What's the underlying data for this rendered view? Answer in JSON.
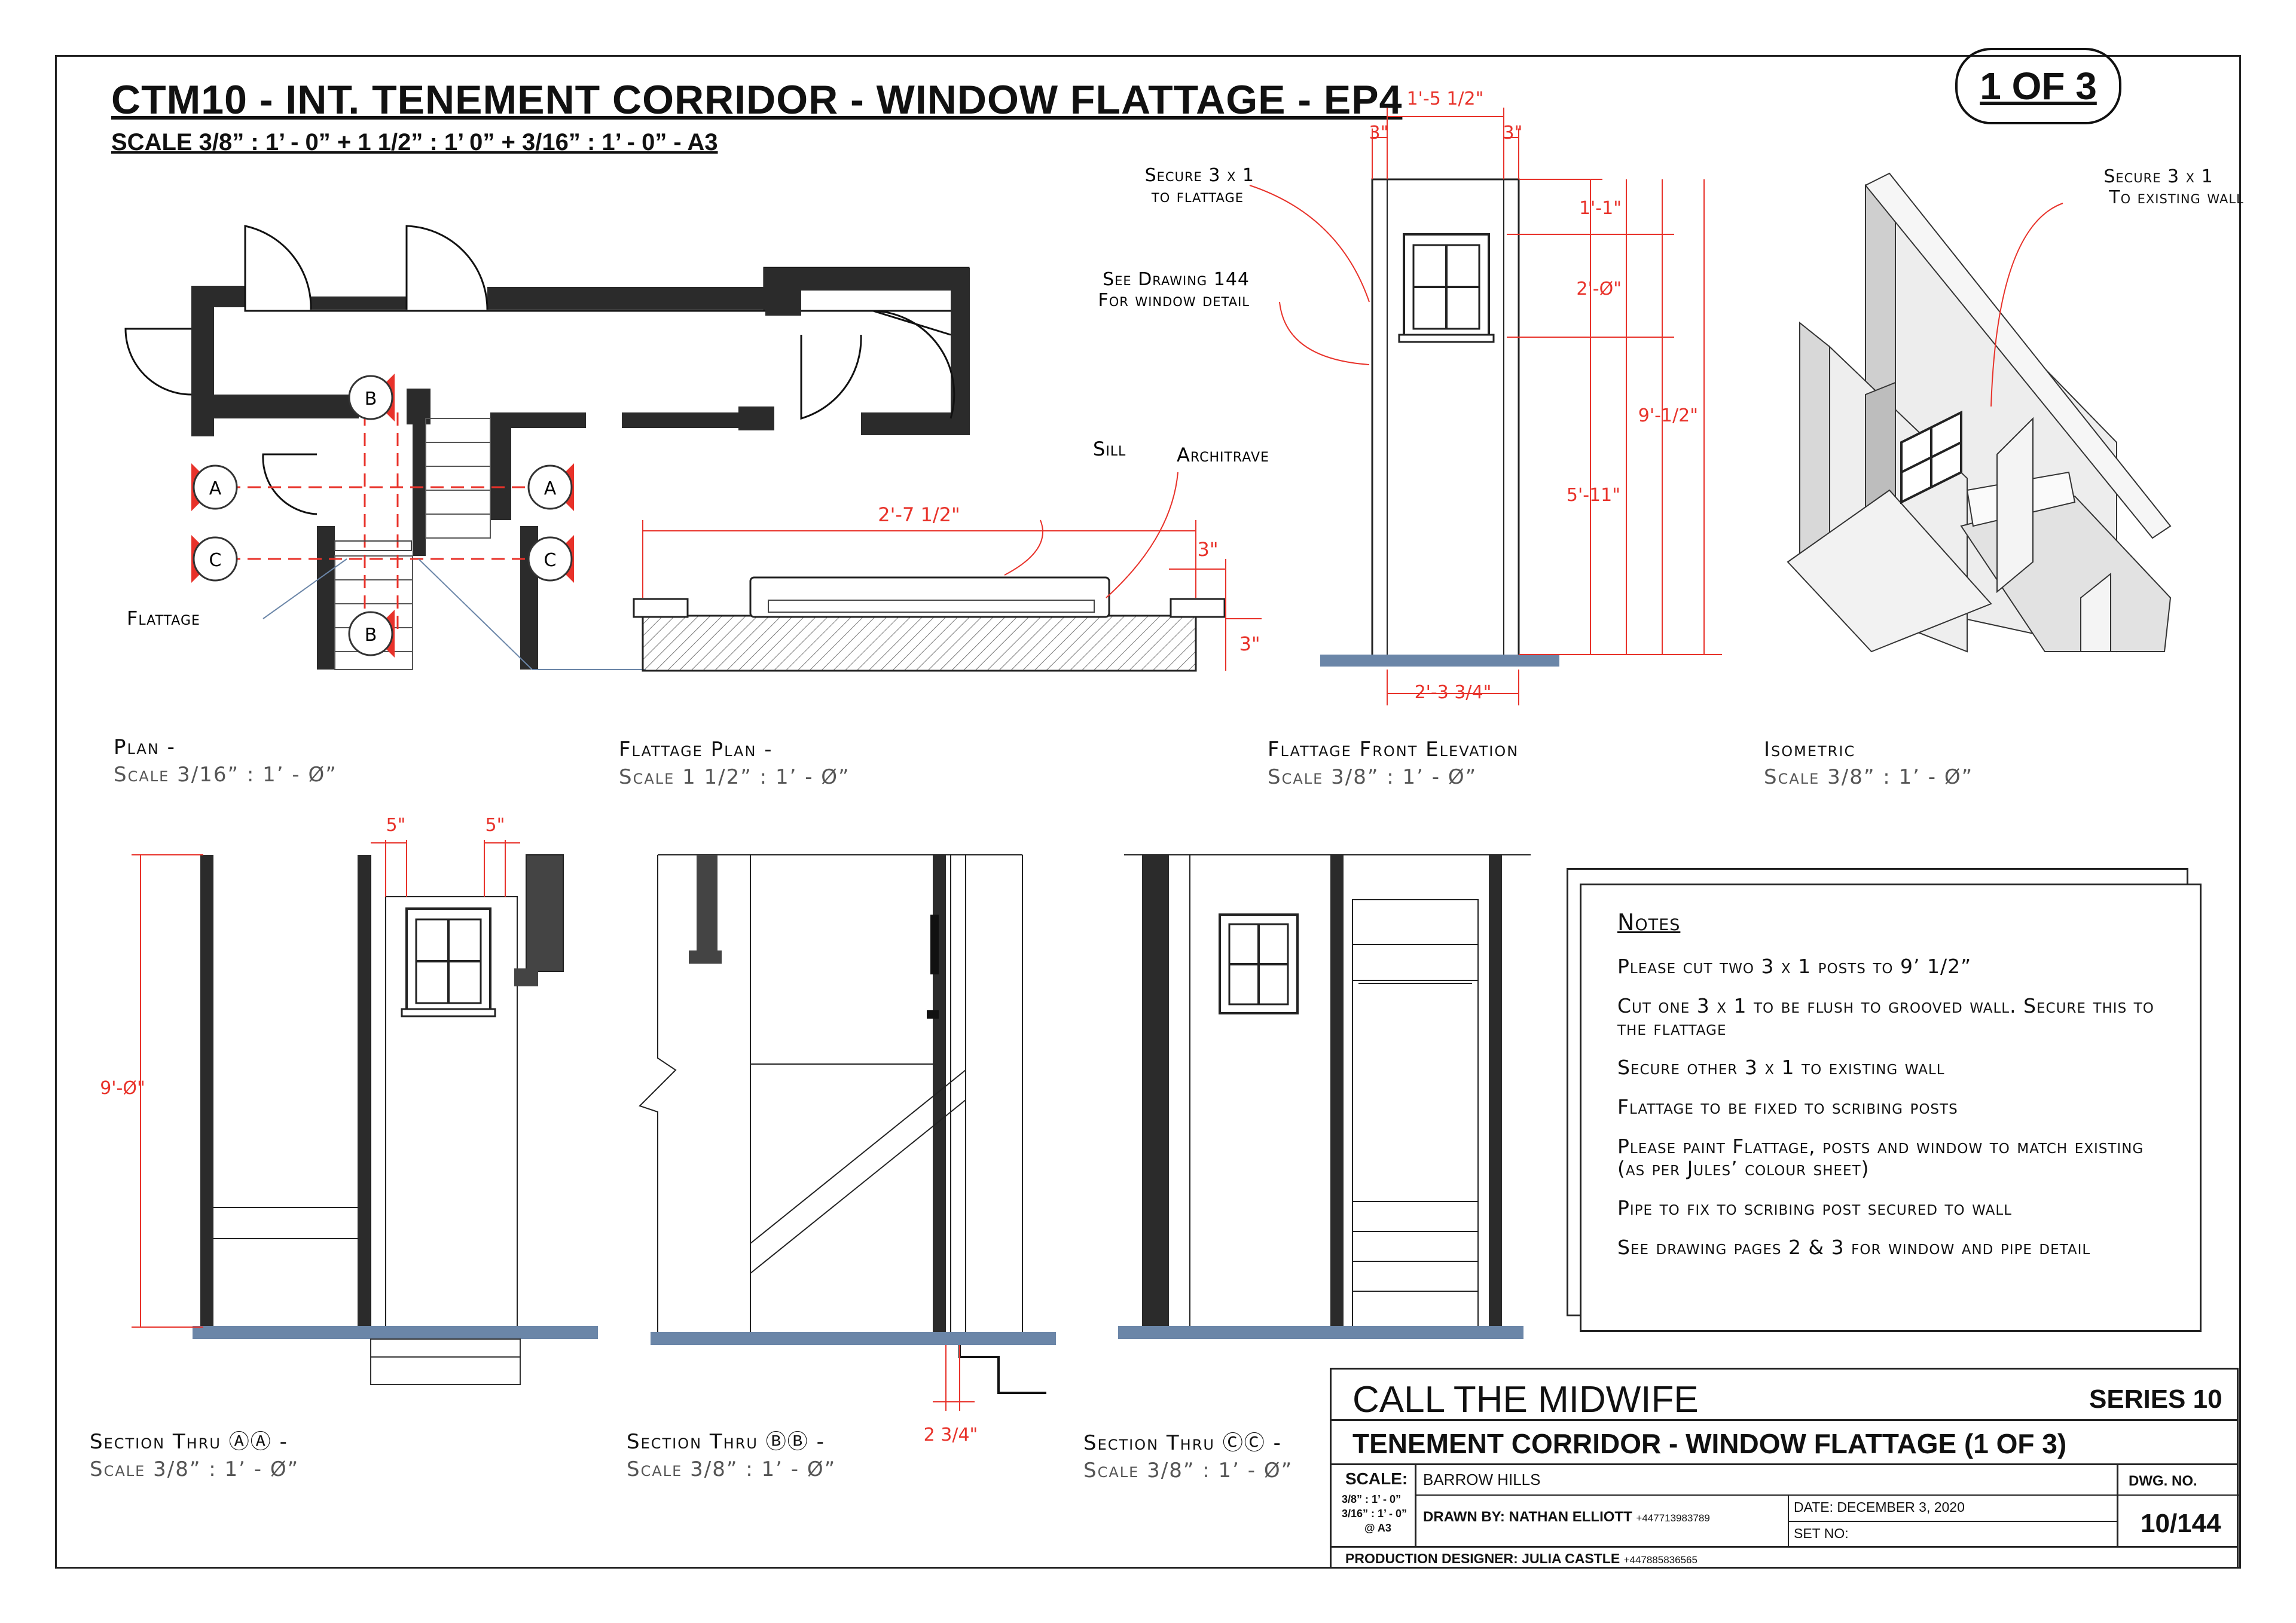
{
  "header": {
    "title": "CTM10 - INT. TENEMENT CORRIDOR - WINDOW FLATTAGE - EP4",
    "scale": "SCALE 3/8” : 1’ - 0” + 1 1/2” : 1’ 0” + 3/16” : 1’ - 0”  - A3",
    "sheet": "1 OF 3"
  },
  "views": [
    {
      "name": "Plan -",
      "scale": "Scale 3/16” : 1’ - Ø”"
    },
    {
      "name": "Flattage Plan -",
      "scale": "Scale 1 1/2” : 1’ - Ø”"
    },
    {
      "name": "Flattage Front Elevation",
      "scale": "Scale 3/8” : 1’ - Ø”"
    },
    {
      "name": "Isometric",
      "scale": "Scale 3/8” : 1’ - Ø”"
    },
    {
      "name": "Section Thru ⒶⒶ -",
      "scale": "Scale 3/8” : 1’ - Ø”"
    },
    {
      "name": "Section Thru ⒷⒷ -",
      "scale": "Scale 3/8” : 1’ - Ø”"
    },
    {
      "name": "Section Thru ⒸⒸ -",
      "scale": "Scale 3/8” : 1’ - Ø”"
    }
  ],
  "annotations": {
    "flattage": "Flattage",
    "sill": "Sill",
    "architrave": "Architrave",
    "secure_flattage_1": "Secure 3 x 1",
    "secure_flattage_2": "to flattage",
    "see_drawing_1": "See Drawing 144",
    "see_drawing_2": "For window detail",
    "secure_wall_1": "Secure 3 x 1",
    "secure_wall_2": "To existing wall",
    "marker_a": "A",
    "marker_b": "B",
    "marker_c": "C"
  },
  "dimensions": {
    "width_top": "1'-5 1/2\"",
    "side_left": "3\"",
    "side_right": "3\"",
    "d_1_1": "1'-1\"",
    "d_2_0": "2'-Ø\"",
    "d_9_half": "9'-1/2\"",
    "d_5_11": "5'-11\"",
    "d_base": "2'-3 3/4\"",
    "fp_width": "2'-7 1/2\"",
    "fp_3a": "3\"",
    "fp_3b": "3\"",
    "s_5a": "5\"",
    "s_5b": "5\"",
    "s_9_0": "9'-Ø\"",
    "s_2_3_4": "2 3/4\""
  },
  "notes": {
    "heading": "Notes",
    "items": [
      "Please cut two 3 x 1 posts to 9’ 1/2”",
      "Cut one 3 x 1 to be flush to grooved wall. Secure this to the flattage",
      "Secure other 3 x 1 to existing wall",
      "Flattage to be fixed to scribing posts",
      "Please paint Flattage, posts and window to match existing (as per Jules’ colour sheet)",
      "Pipe to fix to scribing post secured to wall",
      "See drawing pages 2 & 3 for window and pipe detail"
    ]
  },
  "title_block": {
    "show": "CALL THE MIDWIFE",
    "series": "SERIES 10",
    "drawing_title": "TENEMENT CORRIDOR - WINDOW FLATTAGE (1 OF 3)",
    "scale_label": "SCALE:",
    "scale_1": "3/8” : 1’ - 0”",
    "scale_2": "3/16” : 1’ - 0”",
    "scale_3": "@ A3",
    "location": "BARROW HILLS",
    "drawn_by": "DRAWN BY:  NATHAN ELLIOTT",
    "drawn_phone": "+447713983789",
    "date": "DATE: DECEMBER 3, 2020",
    "set_no": "SET NO:",
    "dwg_label": "DWG. NO.",
    "dwg_no": "10/144",
    "designer": "PRODUCTION DESIGNER: JULIA CASTLE",
    "designer_phone": "+447885836565"
  },
  "colors": {
    "dimension": "#e8322a",
    "floor": "#6b86a8",
    "wall": "#2b2b2b",
    "ink": "#111111"
  }
}
